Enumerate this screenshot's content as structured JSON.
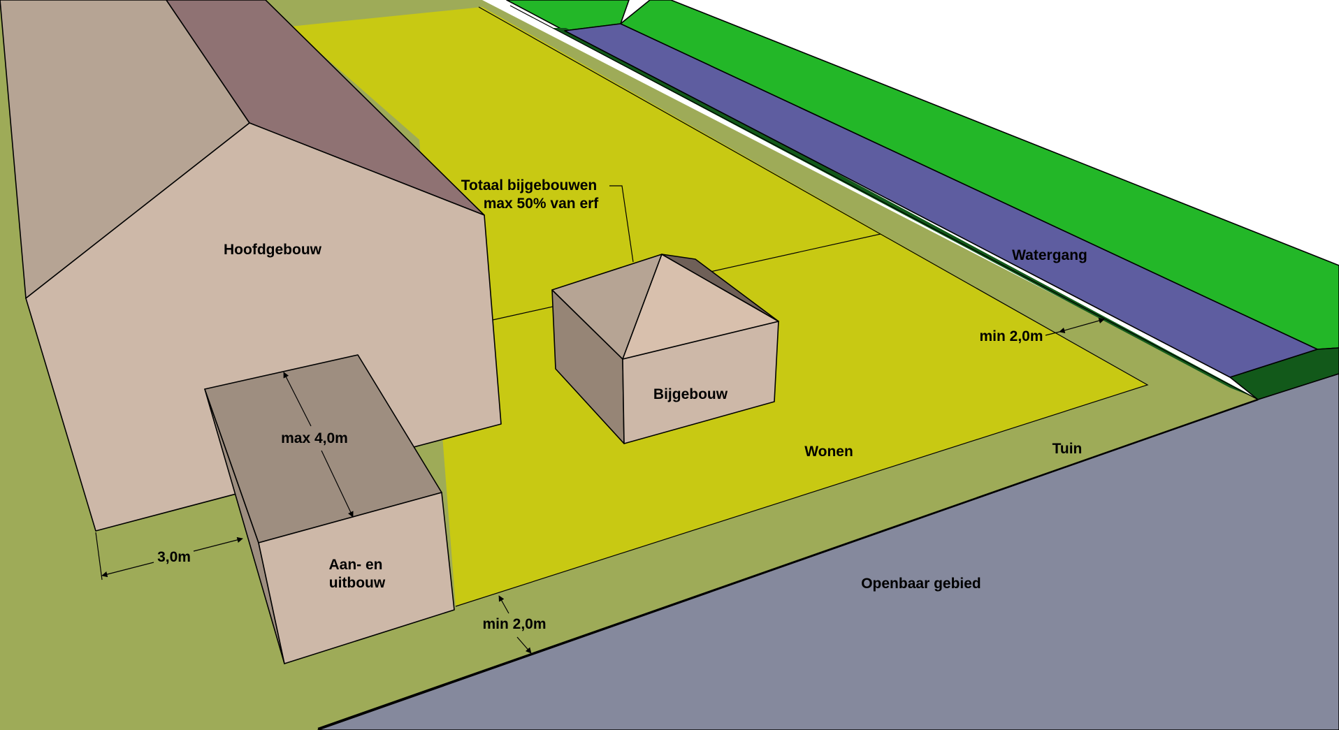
{
  "labels": {
    "hoofdgebouw": "Hoofdgebouw",
    "bijgebouwen_total_line1": "Totaal bijgebouwen",
    "bijgebouwen_total_line2": "max 50% van erf",
    "watergang": "Watergang",
    "min_water": "min 2,0m",
    "bijgebouw": "Bijgebouw",
    "max_depth": "max 4,0m",
    "wonen": "Wonen",
    "tuin": "Tuin",
    "aanbouw_line1": "Aan- en",
    "aanbouw_line2": "uitbouw",
    "side_offset": "3,0m",
    "min_front": "min 2,0m",
    "openbaar": "Openbaar gebied"
  },
  "colors": {
    "tuin": "#9eab58",
    "wonen": "#c8c913",
    "watergang": "#5e5da0",
    "bank_light": "#23b728",
    "bank_dark": "#12591a",
    "openbaar": "#85899d",
    "roof_light": "#b6a494",
    "roof_dark": "#8f7273",
    "wall_light": "#cdb8a8",
    "wall_mid": "#9e8e80",
    "wall_dark": "#968576"
  }
}
